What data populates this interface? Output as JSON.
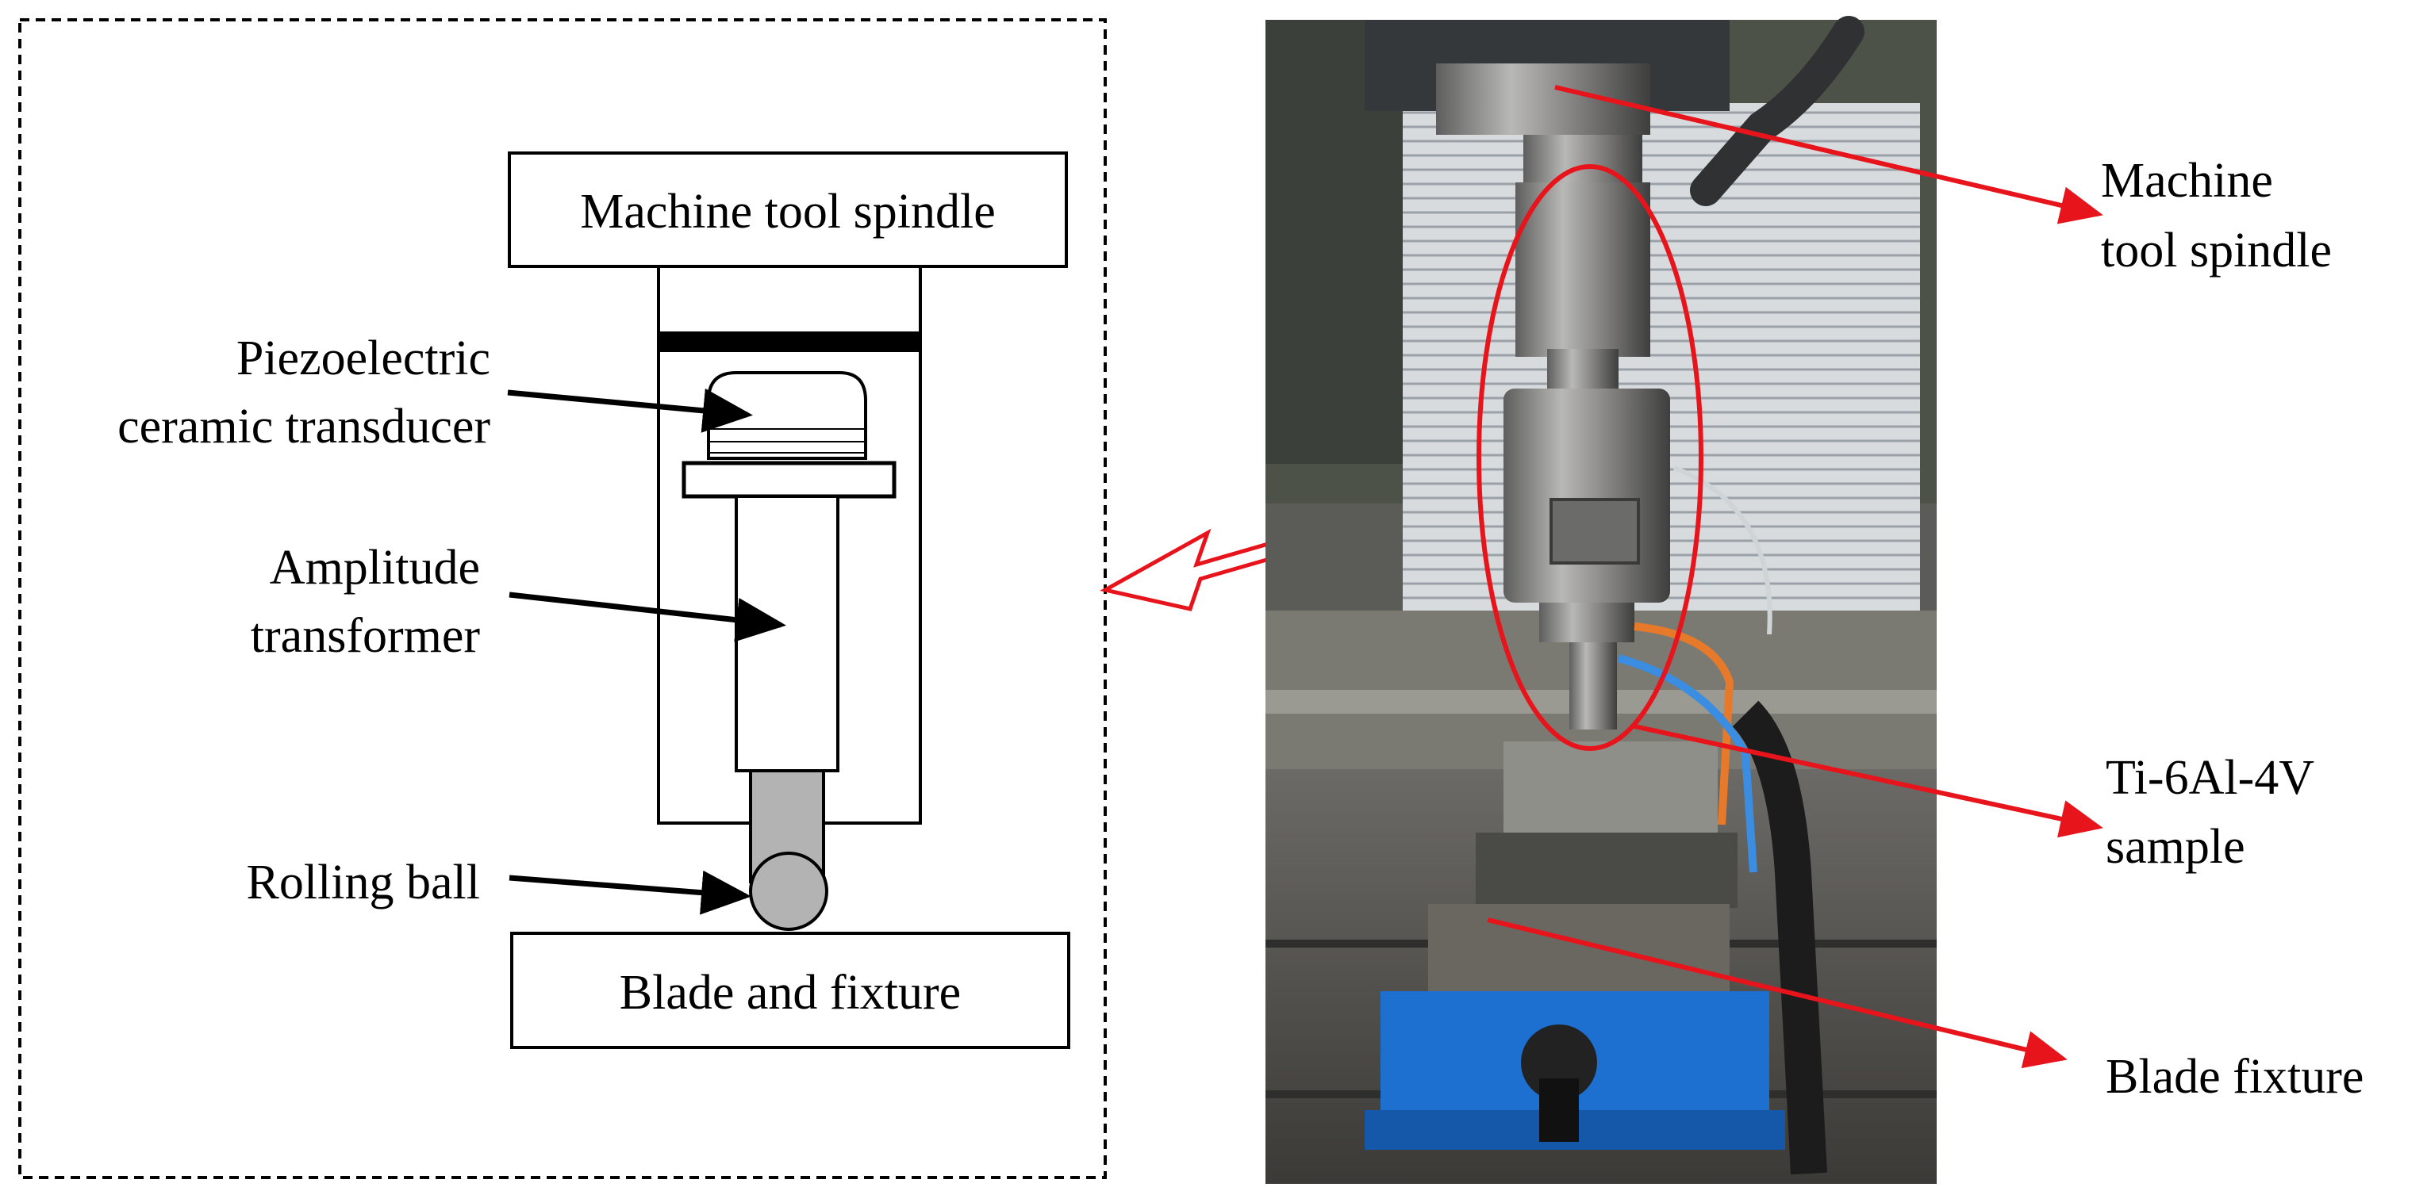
{
  "schematic": {
    "spindle_box": "Machine tool spindle",
    "fixture_box": "Blade and fixture",
    "transducer_label": [
      "Piezoelectric",
      "ceramic transducer"
    ],
    "amplitude_label": [
      "Amplitude",
      "transformer"
    ],
    "ball_label": "Rolling ball"
  },
  "photo": {
    "spindle_label": [
      "Machine",
      "tool spindle"
    ],
    "sample_label": [
      "Ti-6Al-4V",
      "sample"
    ],
    "fixture_label": "Blade fixture"
  },
  "colors": {
    "annotation_red": "#e8141c",
    "fixture_blue": "#1d6fd0",
    "ball_grey": "#b3b3b3",
    "guard_silver": "#d9dde0"
  }
}
